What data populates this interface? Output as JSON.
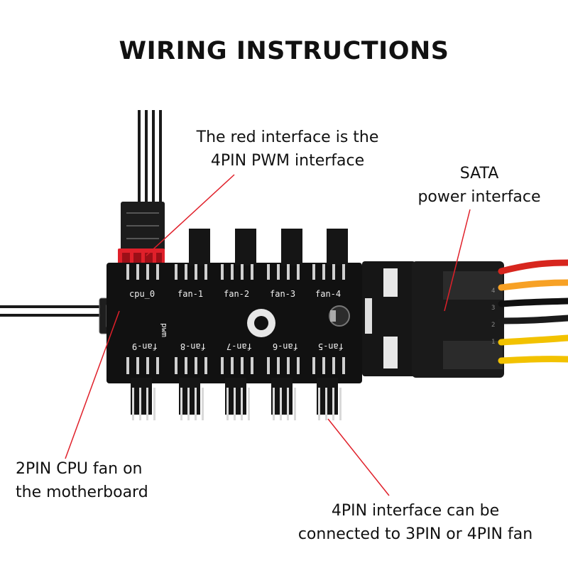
{
  "title": "WIRING INSTRUCTIONS",
  "callouts": {
    "red_interface": [
      "The red interface is the",
      "4PIN PWM interface"
    ],
    "sata": [
      "SATA",
      "power interface"
    ],
    "cpu_fan": [
      "2PIN CPU fan on",
      "the motherboard"
    ],
    "fan_4pin": [
      "4PIN interface can be",
      "connected to 3PIN or 4PIN fan"
    ]
  },
  "board_labels": {
    "top": [
      "cpu_0",
      "fan-1",
      "fan-2",
      "fan-3",
      "fan-4"
    ],
    "bottom": [
      "fan-9",
      "fan-8",
      "fan-7",
      "fan-6",
      "fan-5"
    ],
    "pwm": "pwm"
  },
  "colors": {
    "board": "#111111",
    "red_connector": "#e0202a",
    "leader_line": "#e0202a",
    "wire_red": "#d7261e",
    "wire_yellow": "#f2c200",
    "wire_black": "#111111"
  }
}
